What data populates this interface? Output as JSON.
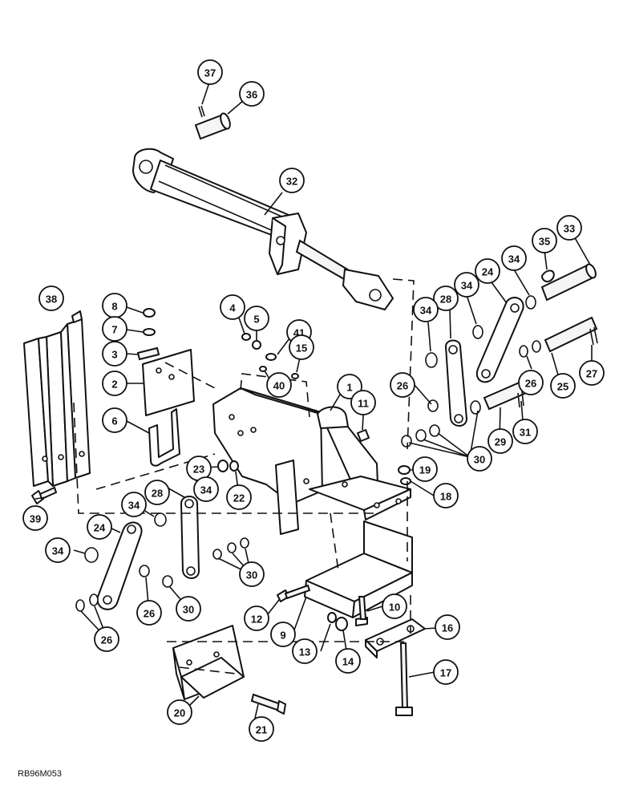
{
  "figure": {
    "reference_code": "RB96M053"
  },
  "callouts": [
    {
      "id": "c37",
      "label": "37"
    },
    {
      "id": "c36",
      "label": "36"
    },
    {
      "id": "c32",
      "label": "32"
    },
    {
      "id": "c33",
      "label": "33"
    },
    {
      "id": "c35",
      "label": "35"
    },
    {
      "id": "c34a",
      "label": "34"
    },
    {
      "id": "c24a",
      "label": "24"
    },
    {
      "id": "c34b",
      "label": "34"
    },
    {
      "id": "c28a",
      "label": "28"
    },
    {
      "id": "c34c",
      "label": "34"
    },
    {
      "id": "c38",
      "label": "38"
    },
    {
      "id": "c8",
      "label": "8"
    },
    {
      "id": "c7",
      "label": "7"
    },
    {
      "id": "c3",
      "label": "3"
    },
    {
      "id": "c2",
      "label": "2"
    },
    {
      "id": "c6",
      "label": "6"
    },
    {
      "id": "c4",
      "label": "4"
    },
    {
      "id": "c5",
      "label": "5"
    },
    {
      "id": "c41",
      "label": "41"
    },
    {
      "id": "c15",
      "label": "15"
    },
    {
      "id": "c40",
      "label": "40"
    },
    {
      "id": "c1",
      "label": "1"
    },
    {
      "id": "c11",
      "label": "11"
    },
    {
      "id": "c26a",
      "label": "26"
    },
    {
      "id": "c26b",
      "label": "26"
    },
    {
      "id": "c25",
      "label": "25"
    },
    {
      "id": "c27",
      "label": "27"
    },
    {
      "id": "c29",
      "label": "29"
    },
    {
      "id": "c31",
      "label": "31"
    },
    {
      "id": "c30a",
      "label": "30"
    },
    {
      "id": "c19",
      "label": "19"
    },
    {
      "id": "c18",
      "label": "18"
    },
    {
      "id": "c23",
      "label": "23"
    },
    {
      "id": "c22",
      "label": "22"
    },
    {
      "id": "c34d",
      "label": "34"
    },
    {
      "id": "c28b",
      "label": "28"
    },
    {
      "id": "c34e",
      "label": "34"
    },
    {
      "id": "c24b",
      "label": "24"
    },
    {
      "id": "c39",
      "label": "39"
    },
    {
      "id": "c34f",
      "label": "34"
    },
    {
      "id": "c30b",
      "label": "30"
    },
    {
      "id": "c26c",
      "label": "26"
    },
    {
      "id": "c30c",
      "label": "30"
    },
    {
      "id": "c26d",
      "label": "26"
    },
    {
      "id": "c12",
      "label": "12"
    },
    {
      "id": "c10",
      "label": "10"
    },
    {
      "id": "c9",
      "label": "9"
    },
    {
      "id": "c13",
      "label": "13"
    },
    {
      "id": "c14",
      "label": "14"
    },
    {
      "id": "c16",
      "label": "16"
    },
    {
      "id": "c17",
      "label": "17"
    },
    {
      "id": "c20",
      "label": "20"
    },
    {
      "id": "c21",
      "label": "21"
    }
  ]
}
